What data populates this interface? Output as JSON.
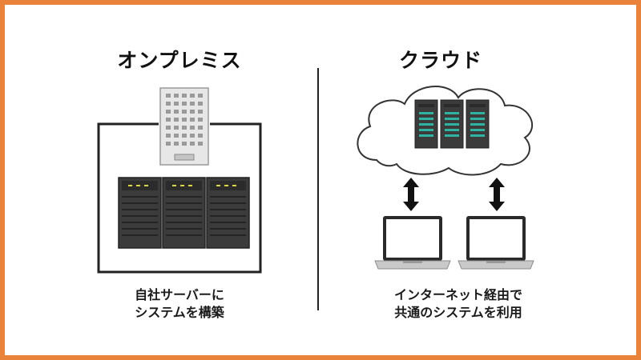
{
  "left_panel": {
    "title": "オンプレミス",
    "caption_line1": "自社サーバーに",
    "caption_line2": "システムを構築",
    "icons": [
      "office-building-icon",
      "server-rack-icon"
    ]
  },
  "right_panel": {
    "title": "クラウド",
    "caption_line1": "インターネット経由で",
    "caption_line2": "共通のシステムを利用",
    "icons": [
      "cloud-icon",
      "server-rack-icon",
      "laptop-icon",
      "double-arrow-icon"
    ]
  },
  "colors": {
    "border": "#e9823a",
    "server_body": "#3b3b3b",
    "server_led_yellow": "#d8d84a",
    "server_led_teal": "#2fb3a2"
  }
}
